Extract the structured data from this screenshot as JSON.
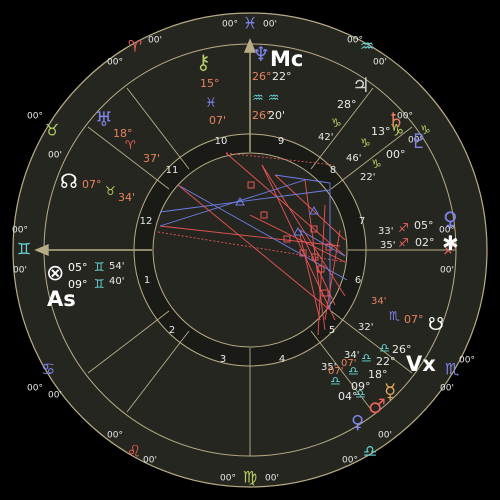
{
  "colors": {
    "background": "#000000",
    "wheel_fill": "#262621",
    "ring_line": "#b8ad86",
    "fire": "#e8625a",
    "earth": "#b5cf60",
    "air": "#66d6d6",
    "water": "#7f85ea",
    "degree_text": "#e8e8e8",
    "planet_pos": "#e8835f",
    "aspect_red": "#e65555",
    "aspect_blue": "#6f7fe8"
  },
  "zodiac": [
    {
      "symbol": "♓",
      "deg": "00°",
      "min": "00'",
      "element": "water",
      "name": "pisces"
    },
    {
      "symbol": "♈",
      "deg": "00°",
      "min": "00'",
      "element": "fire",
      "name": "aries"
    },
    {
      "symbol": "♒",
      "deg": "00°",
      "min": "00'",
      "element": "air",
      "name": "aquarius"
    },
    {
      "symbol": "♑",
      "deg": "00°",
      "min": "00'",
      "element": "earth",
      "name": "capricorn"
    },
    {
      "symbol": "♉",
      "deg": "00°",
      "min": "00'",
      "element": "earth",
      "name": "taurus"
    },
    {
      "symbol": "♐",
      "deg": "00°",
      "min": "00'",
      "element": "fire",
      "name": "sagittarius"
    },
    {
      "symbol": "♊",
      "deg": "00°",
      "min": "00'",
      "element": "air",
      "name": "gemini"
    },
    {
      "symbol": "♏",
      "deg": "00°",
      "min": "00'",
      "element": "water",
      "name": "scorpio"
    },
    {
      "symbol": "♋",
      "deg": "00°",
      "min": "00'",
      "element": "water",
      "name": "cancer"
    },
    {
      "symbol": "♎",
      "deg": "00°",
      "min": "00'",
      "element": "air",
      "name": "libra"
    },
    {
      "symbol": "♌",
      "deg": "00°",
      "min": "00'",
      "element": "fire",
      "name": "leo"
    },
    {
      "symbol": "♍",
      "deg": "00°",
      "min": "00'",
      "element": "earth",
      "name": "virgo"
    }
  ],
  "houses": [
    "1",
    "2",
    "3",
    "4",
    "5",
    "6",
    "7",
    "8",
    "9",
    "10",
    "11",
    "12"
  ],
  "angles": {
    "mc": "Mc",
    "as": "As",
    "vx": "Vx"
  },
  "planets": [
    {
      "name": "neptune-mc",
      "glyph": "♆",
      "deg": "26°",
      "min": "22°"
    },
    {
      "name": "chiron",
      "glyph": "⚷",
      "deg": "15°",
      "min": "07'",
      "sign": "♓"
    },
    {
      "name": "aquarius-stack",
      "deg": "26°",
      "min": "20'",
      "sign": "♒♒"
    },
    {
      "name": "uranus",
      "glyph": "♅",
      "deg": "18°",
      "min": "37'",
      "sign": "♈"
    },
    {
      "name": "north-node",
      "glyph": "☊",
      "deg": "07°",
      "min": "34'",
      "sign": "♉"
    },
    {
      "name": "ascendant-point",
      "glyph": "⊗",
      "deg": "05°",
      "min": "54'",
      "sign": "♊"
    },
    {
      "name": "as-degree",
      "deg": "09°",
      "min": "40'",
      "sign": "♊"
    },
    {
      "name": "jupiter-28",
      "glyph": "♃",
      "deg": "28°",
      "min": "42'",
      "sign": "♑"
    },
    {
      "name": "saturn",
      "glyph": "♄",
      "deg": "13°",
      "min": "46'",
      "sign": "♑"
    },
    {
      "name": "pluto",
      "glyph": "♇",
      "deg": "00°",
      "min": "22'",
      "sign": "♑"
    },
    {
      "name": "venus",
      "glyph": "♀",
      "deg": "05°",
      "min": "33'",
      "sign": "♐"
    },
    {
      "name": "juno",
      "glyph": "⚵",
      "deg": "02°",
      "min": "35'",
      "sign": "♐"
    },
    {
      "name": "south-node",
      "glyph": "☋",
      "deg": "07°",
      "min": "34'",
      "sign": "♏"
    },
    {
      "name": "libra-cluster",
      "deg": "26°",
      "min": "32'",
      "sign": "♎"
    },
    {
      "name": "libra-22",
      "deg": "22°",
      "min": "34'",
      "sign": "♎"
    },
    {
      "name": "libra-18",
      "deg": "18°",
      "min": "35'",
      "sign": "♎"
    },
    {
      "name": "libra-09",
      "deg": "09°",
      "min": "07'",
      "sign": "♎"
    },
    {
      "name": "libra-04",
      "deg": "04°",
      "min": "07'",
      "sign": "♎"
    }
  ]
}
